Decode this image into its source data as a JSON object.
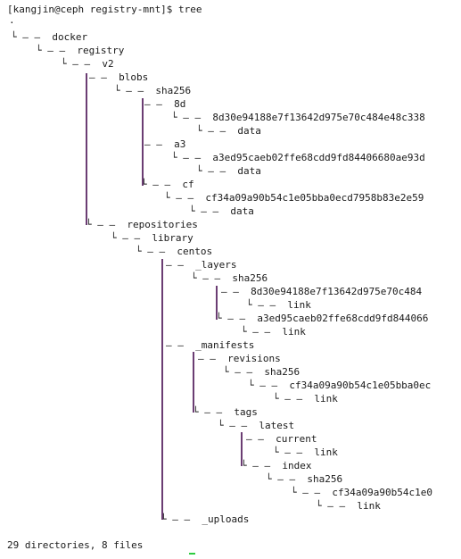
{
  "terminal": {
    "prompt": "[kangjin@ceph registry-mnt]$ tree",
    "summary": "29 directories, 8 files",
    "colors": {
      "background": "#ffffff",
      "text": "#1a1a1a",
      "tree_line": "#6b3d73",
      "cursor": "#2ecc40"
    },
    "lines": [
      "└ — —  docker",
      "└ — —  registry",
      "└ — —  v2",
      "— —  blobs",
      "└ — —  sha256",
      "— —  8d",
      "└ — —  8d30e94188e7f13642d975e70c484e48c338",
      "└ — —  data",
      "— —  a3",
      "└ — —  a3ed95caeb02ffe68cdd9fd84406680ae93d",
      "└ — —  data",
      "└ — —  cf",
      "└ — —  cf34a09a90b54c1e05bba0ecd7958b83e2e59",
      "└ — —  data",
      "└ — —  repositories",
      "└ — —  library",
      "└ — —  centos",
      "— —  _layers",
      "└ — —  sha256",
      "— —  8d30e94188e7f13642d975e70c484",
      "└ — —  link",
      "└ — —  a3ed95caeb02ffe68cdd9fd844066",
      "└ — —  link",
      "— —  _manifests",
      "— —  revisions",
      "└ — —  sha256",
      "└ — —  cf34a09a90b54c1e05bba0ec",
      "└ — —  link",
      "└ — —  tags",
      "└ — —  latest",
      "— —  current",
      "└ — —  link",
      "└ — —  index",
      "└ — —  sha256",
      "└ — —  cf34a09a90b54c1e0",
      "└ — —  link",
      "└ — —  _uploads"
    ]
  }
}
